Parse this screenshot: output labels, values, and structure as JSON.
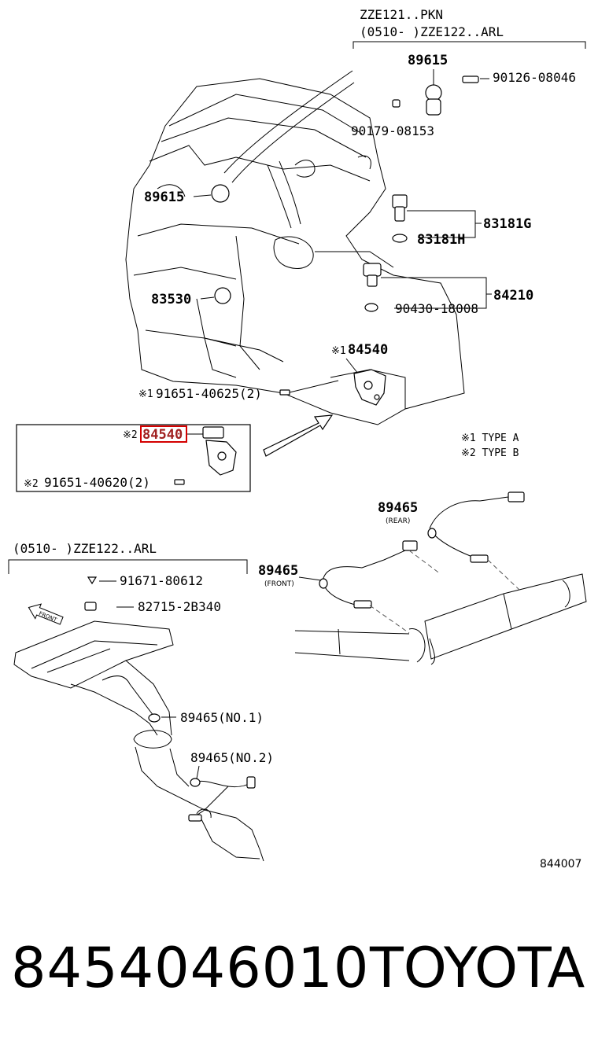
{
  "labels": {
    "model_top_1": "ZZE121..PKN",
    "model_top_2": "(0510-    )ZZE122..ARL",
    "p89615_top": "89615",
    "p90126": "90126-08046",
    "p90179": "90179-08153",
    "p89615_left": "89615",
    "p83181g": "83181G",
    "p83181h": "83181H",
    "p83530": "83530",
    "p84210": "84210",
    "p90430": "90430-18008",
    "p84540_a": "84540",
    "p84540_a_mark": "※1",
    "p91651_a": "91651-40625(2)",
    "p91651_a_mark": "※1",
    "p84540_b": "84540",
    "p84540_b_mark": "※2",
    "p91651_b": "91651-40620(2)",
    "p91651_b_mark": "※2",
    "legend_1": "※1  TYPE A",
    "legend_2": "※2  TYPE B",
    "p89465_rear": "89465",
    "rear": "(REAR)",
    "p89465_front": "89465",
    "front": "(FRONT)",
    "model_bottom": "(0510-    )ZZE122..ARL",
    "p91671": "91671-80612",
    "p82715": "82715-2B340",
    "front_arrow": "FRONT",
    "p89465_no1": "89465(NO.1)",
    "p89465_no2": "89465(NO.2)",
    "diagram_ref": "844007"
  },
  "highlight": {
    "part": "84540",
    "color": "#d40000"
  },
  "footer": {
    "part_number": "8454046010",
    "brand": "TOYOTA"
  }
}
